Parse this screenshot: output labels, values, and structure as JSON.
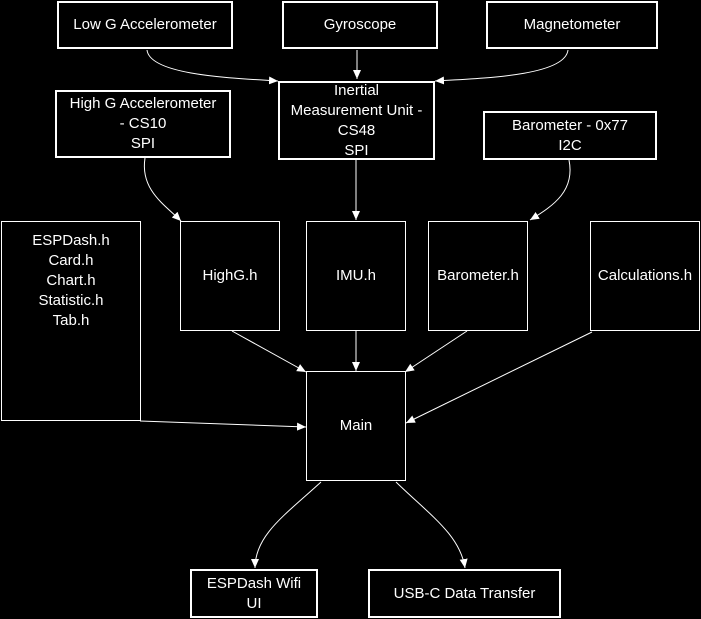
{
  "nodes": {
    "low_g_accelerometer": "Low G Accelerometer",
    "gyroscope": "Gyroscope",
    "magnetometer": "Magnetometer",
    "high_g_accelerometer": "High G Accelerometer\n- CS10\nSPI",
    "imu": "Inertial\nMeasurement Unit -\nCS48\nSPI",
    "barometer": "Barometer - 0x77\nI2C",
    "espdash_libraries": "ESPDash.h\nCard.h\nChart.h\nStatistic.h\nTab.h",
    "highg_h": "HighG.h",
    "imu_h": "IMU.h",
    "barometer_h": "Barometer.h",
    "calculations_h": "Calculations.h",
    "main": "Main",
    "espdash_wifi_ui": "ESPDash Wifi\nUI",
    "usbc_data_transfer": "USB-C Data Transfer"
  },
  "colors": {
    "background": "#000000",
    "stroke": "#ffffff",
    "text": "#ffffff"
  }
}
